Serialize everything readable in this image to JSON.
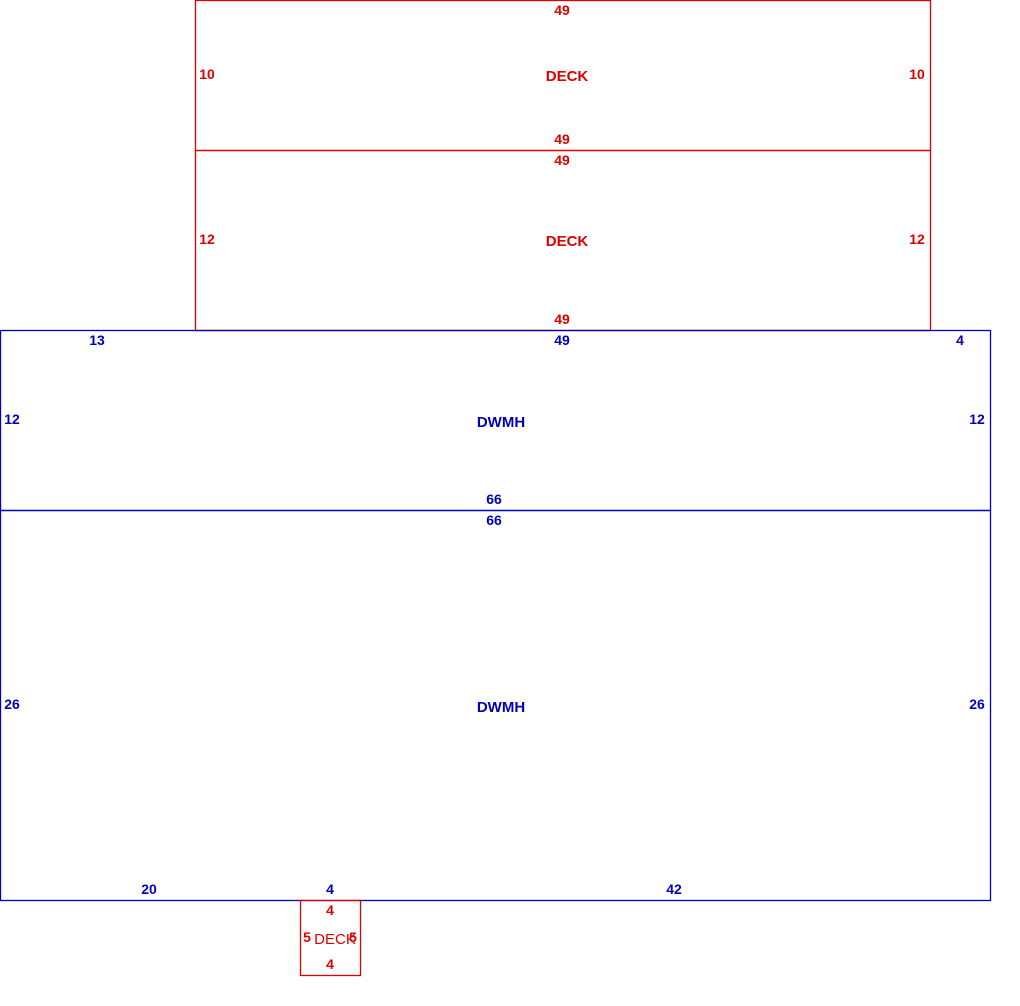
{
  "colors": {
    "deck": "#dd0000",
    "dwmh": "#0000bb"
  },
  "deck_top": {
    "label": "DECK",
    "dim_top": "49",
    "dim_bottom": "49",
    "dim_left": "10",
    "dim_right": "10"
  },
  "deck_middle": {
    "label": "DECK",
    "dim_top": "49",
    "dim_bottom": "49",
    "dim_left": "12",
    "dim_right": "12"
  },
  "dwmh_upper": {
    "label": "DWMH",
    "dim_top_left": "13",
    "dim_top_mid": "49",
    "dim_top_right": "4",
    "dim_bottom": "66",
    "dim_left": "12",
    "dim_right": "12"
  },
  "dwmh_lower": {
    "label": "DWMH",
    "dim_top": "66",
    "dim_left": "26",
    "dim_right": "26",
    "dim_bottom_left": "20",
    "dim_bottom_mid": "4",
    "dim_bottom_right": "42"
  },
  "deck_small": {
    "label": "DECK",
    "dim_top": "4",
    "dim_bottom": "4",
    "dim_left": "5",
    "dim_right": "5"
  }
}
